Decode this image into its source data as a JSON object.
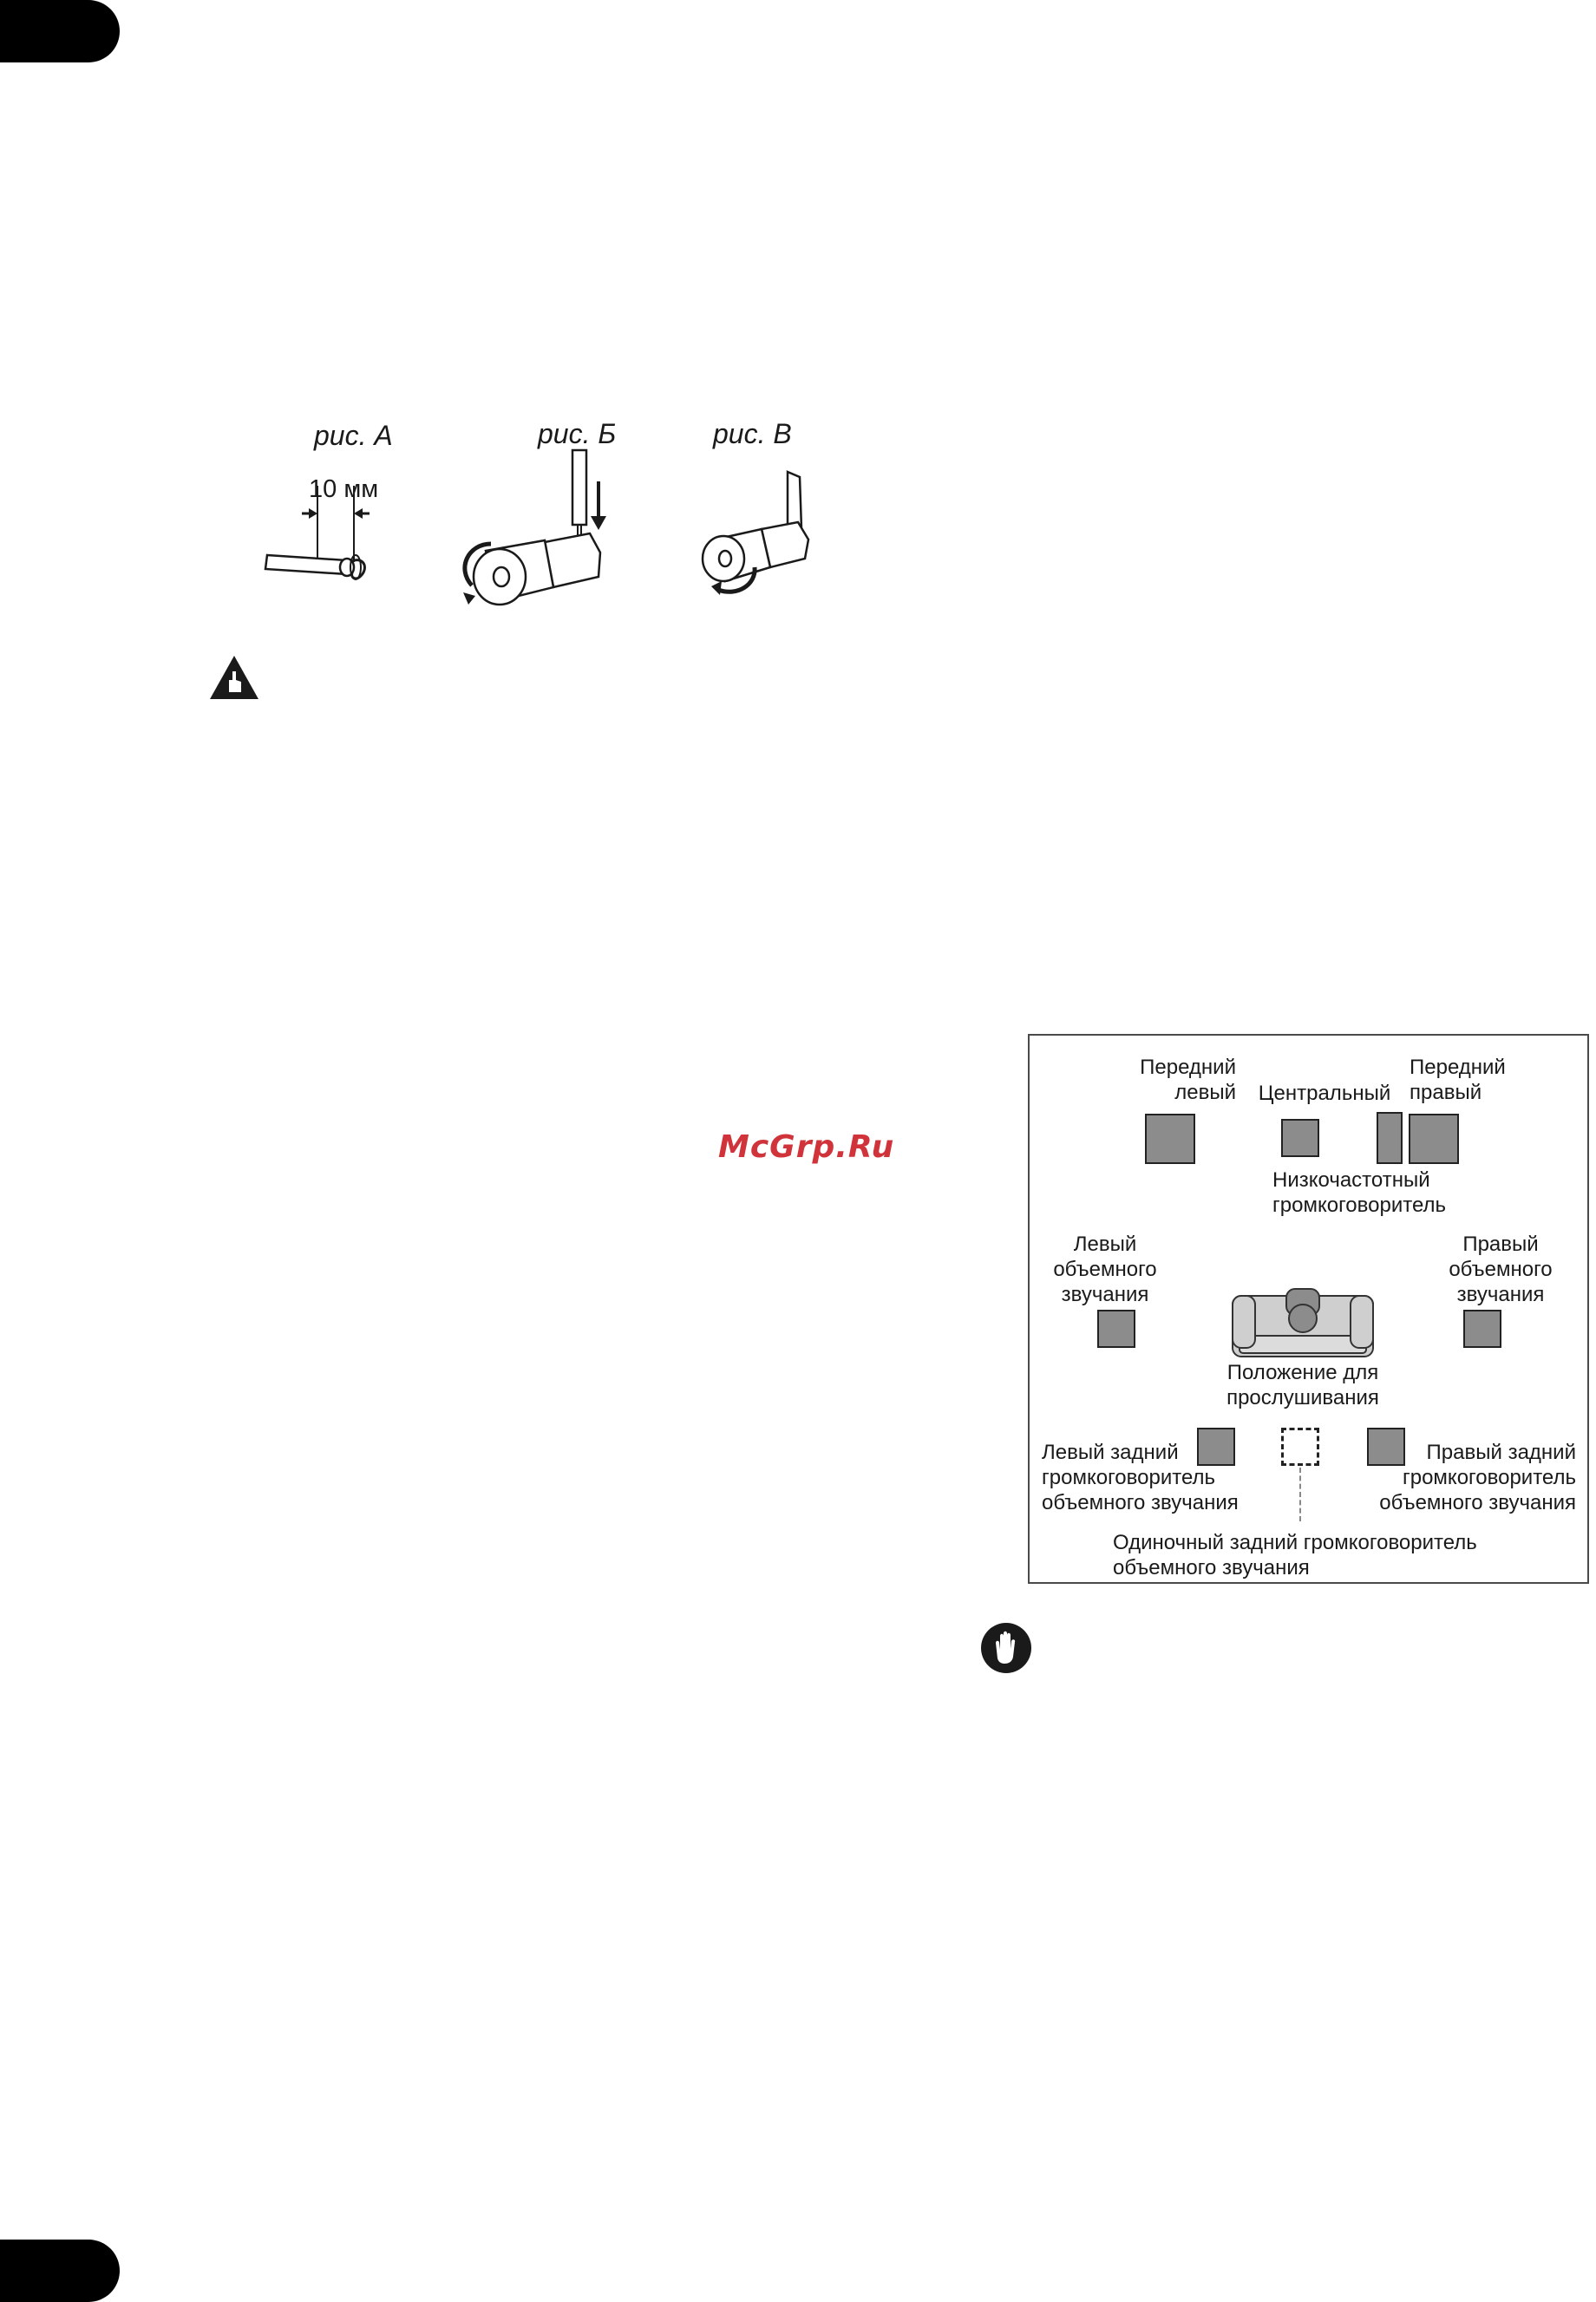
{
  "figures": {
    "fig_a_label": "рис. A",
    "fig_b_label": "рис. Б",
    "fig_c_label": "рис. B",
    "strip_length": "10 мм"
  },
  "watermark": "McGrp.Ru",
  "speaker_layout": {
    "front_left": "Передний\nлевый",
    "center": "Центральный",
    "front_right": "Передний\nправый",
    "subwoofer": "Низкочастотный\nгромкоговоритель",
    "surround_left": "Левый\nобъемного\nзвучания",
    "surround_right": "Правый\nобъемного\nзвучания",
    "listening_position": "Положение для\nпрослушивания",
    "surround_back_left": "Левый задний\nгромкоговоритель\nобъемного звучания",
    "surround_back_right": "Правый задний\nгромкоговоритель\nобъемного звучания",
    "single_surround_back": "Одиночный задний громкоговоритель\nобъемного звучания"
  },
  "icons": [
    "note-icon",
    "caution-hand-icon"
  ],
  "colors": {
    "tab": "#000000",
    "speaker_fill": "#8c8c8c",
    "watermark": "#d0343a"
  }
}
